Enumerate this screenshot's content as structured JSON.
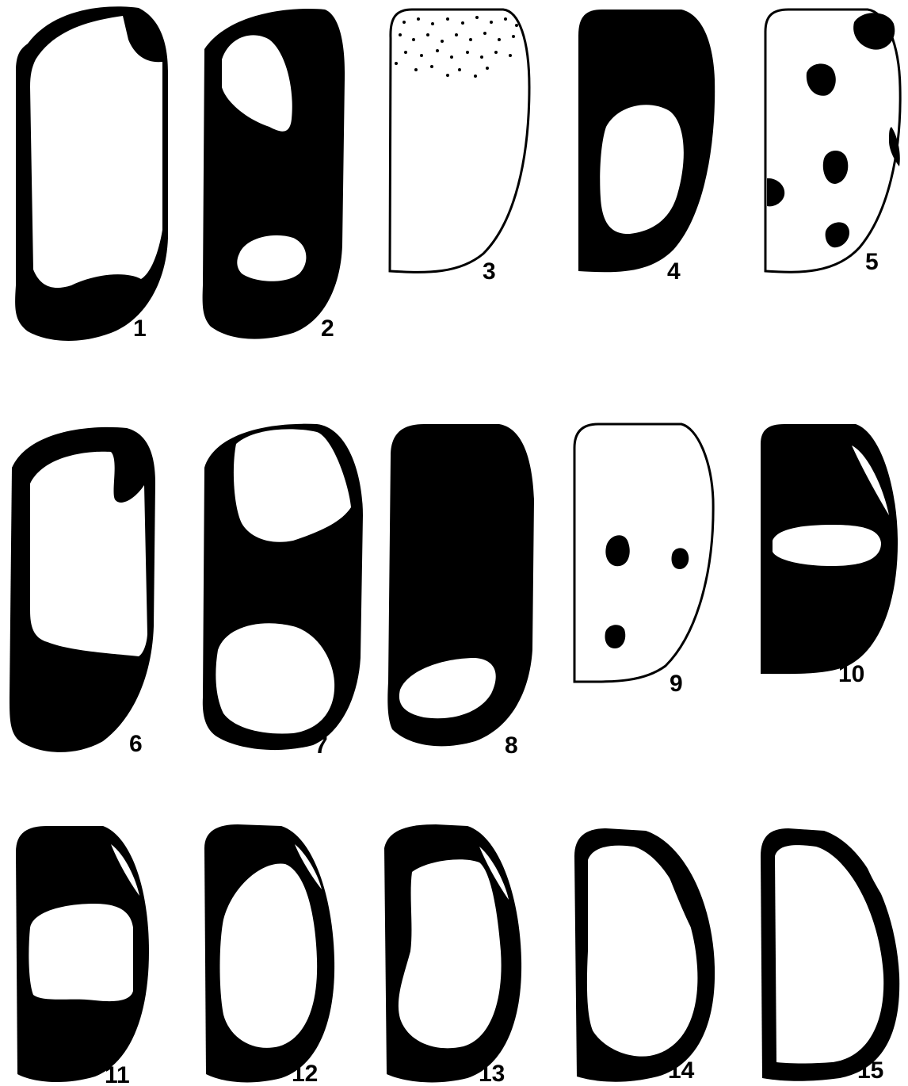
{
  "figures": [
    {
      "label": "1"
    },
    {
      "label": "2"
    },
    {
      "label": "3"
    },
    {
      "label": "4"
    },
    {
      "label": "5"
    },
    {
      "label": "6"
    },
    {
      "label": "7"
    },
    {
      "label": "8"
    },
    {
      "label": "9"
    },
    {
      "label": "10"
    },
    {
      "label": "11"
    },
    {
      "label": "12"
    },
    {
      "label": "13"
    },
    {
      "label": "14"
    },
    {
      "label": "15"
    }
  ],
  "colors": {
    "ink": "#000000",
    "paper": "#ffffff"
  }
}
